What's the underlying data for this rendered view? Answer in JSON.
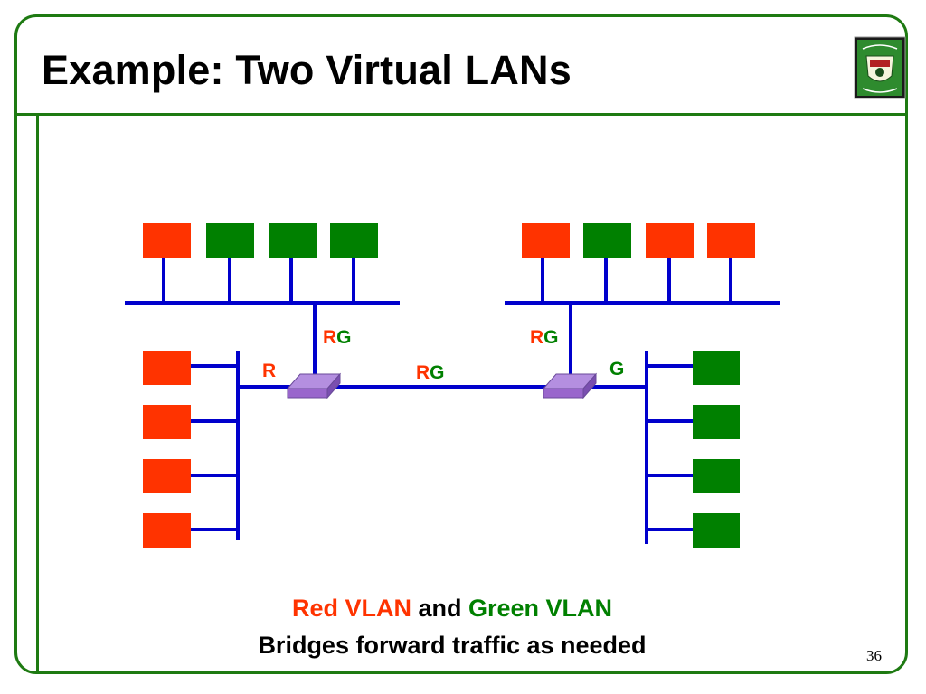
{
  "slide": {
    "title": "Example: Two Virtual LANs",
    "page_number": "36"
  },
  "colors": {
    "frame_green": "#1e7a12",
    "red_station": "#ff3300",
    "green_station": "#008000",
    "bus_blue": "#0000cc",
    "bridge_purple": "#9966cc"
  },
  "labels": {
    "top_left_rg_r": "R",
    "top_left_rg_g": "G",
    "top_right_rg_r": "R",
    "top_right_rg_g": "G",
    "left_bridge_port": "R",
    "link_rg_r": "R",
    "link_rg_g": "G",
    "right_bridge_port": "G"
  },
  "caption": {
    "red_vlan": "Red VLAN",
    "and": " and ",
    "green_vlan": "Green VLAN",
    "line2": "Bridges forward traffic as needed"
  }
}
